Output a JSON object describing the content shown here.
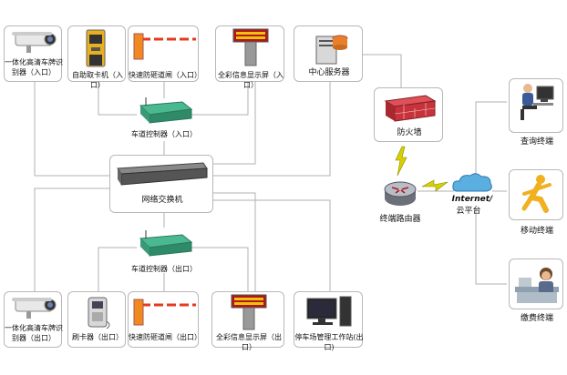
{
  "entry": {
    "lpr": "一体化高清车牌识别器（入口）",
    "kiosk": "自助取卡机（入口）",
    "barrier": "快速防砸道闸（入口）",
    "display": "全彩信息显示屏（入口）",
    "controller": "车道控制器（入口）"
  },
  "center": {
    "server": "中心服务器",
    "switch": "网络交换机",
    "firewall": "防火墙",
    "router": "终端路由器",
    "internet": "Internet/",
    "cloud": "云平台"
  },
  "exit": {
    "controller": "车道控制器（出口）",
    "lpr": "一体化高清车牌识别器（出口）",
    "card_reader": "刷卡器（出口）",
    "barrier": "快速防砸道闸（出口）",
    "display": "全彩信息显示屏（出口）",
    "workstation": "停车场管理工作站(出口)"
  },
  "terminals": {
    "query": "查询终端",
    "mobile": "移动终端",
    "payment": "缴费终端"
  },
  "colors": {
    "box_border": "#b8b8b8",
    "line": "#b0b0b0",
    "firewall": "#c8323a",
    "barrier_arm": "#e63a1e",
    "device_green": "#3aa07a",
    "lightning": "#d8d000",
    "cloud": "#5aaee0"
  },
  "icons": [
    "camera-icon",
    "kiosk-icon",
    "barrier-gate-icon",
    "led-display-icon",
    "server-icon",
    "controller-icon",
    "switch-icon",
    "firewall-icon",
    "router-icon",
    "cloud-icon",
    "person-at-computer-icon",
    "running-person-icon",
    "phone-operator-icon",
    "card-reader-icon",
    "workstation-icon",
    "lightning-icon"
  ]
}
